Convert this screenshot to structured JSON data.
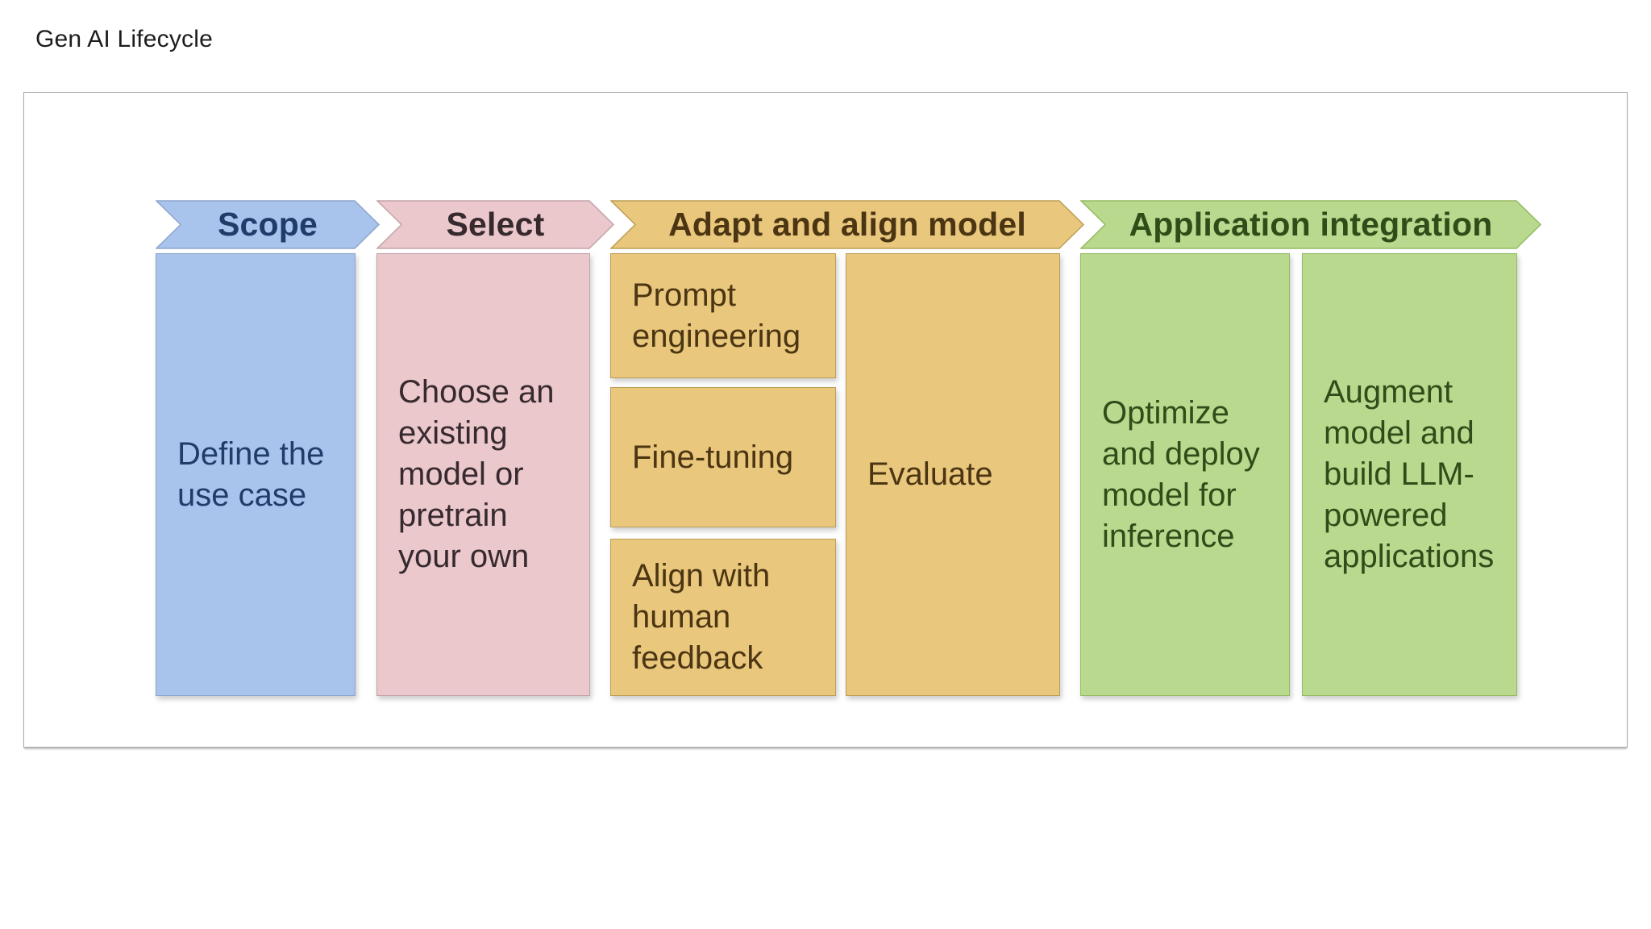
{
  "title": "Gen AI Lifecycle",
  "palette": {
    "scope_fill": "#a8c3ec",
    "scope_text": "#203c6b",
    "select_fill": "#eac8cc",
    "select_text": "#372a2e",
    "adapt_fill": "#e9c77d",
    "adapt_text": "#4b3512",
    "integration_fill": "#b9d98e",
    "integration_text": "#2e4d19",
    "frame_border": "#a8a8a8"
  },
  "stages": [
    {
      "label": "Scope",
      "boxes": [
        {
          "text": "Define the\nuse case"
        }
      ]
    },
    {
      "label": "Select",
      "boxes": [
        {
          "text": "Choose an\nexisting\nmodel or\npretrain\nyour own"
        }
      ]
    },
    {
      "label": "Adapt and align model",
      "boxes": [
        {
          "text": "Prompt\nengineering"
        },
        {
          "text": "Fine-tuning"
        },
        {
          "text": "Align with\nhuman\nfeedback"
        },
        {
          "text": "Evaluate"
        }
      ]
    },
    {
      "label": "Application integration",
      "boxes": [
        {
          "text": "Optimize\nand deploy\nmodel for\ninference"
        },
        {
          "text": "Augment\nmodel and\nbuild LLM-\npowered\napplications"
        }
      ]
    }
  ]
}
